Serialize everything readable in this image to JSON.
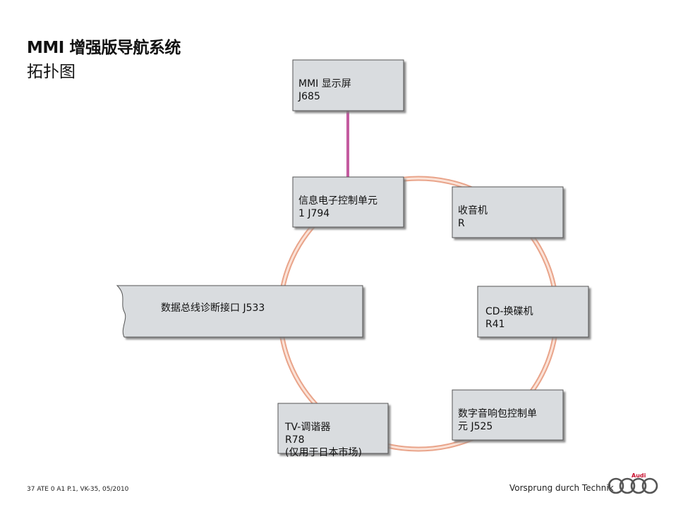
{
  "header": {
    "title": "MMI 增强版导航系统",
    "subtitle": "拓扑图"
  },
  "nodes": {
    "display": "MMI 显示屏\nJ685",
    "info_unit": "信息电子控制单元\n1   J794",
    "radio": "收音机\nR",
    "cd_changer": "CD-换碟机\nR41",
    "amp": "数字音响包控制单\n元   J525",
    "tv": "TV-调谐器\nR78\n(仅用于日本市场)",
    "diag": "数据总线诊断接口   J533"
  },
  "footer": {
    "page_info": "37   ATE 0 A1 P.1, VK-35, 05/2010",
    "slogan": "Vorsprung durch Technik",
    "brand": "Audi"
  },
  "colors": {
    "ring": "#f2b8a0",
    "ring_edge": "#e09a80",
    "link": "#c45ca0",
    "box_fill": "#d9dcdf",
    "shadow": "#8a8a8a",
    "brand": "#c8102e"
  }
}
